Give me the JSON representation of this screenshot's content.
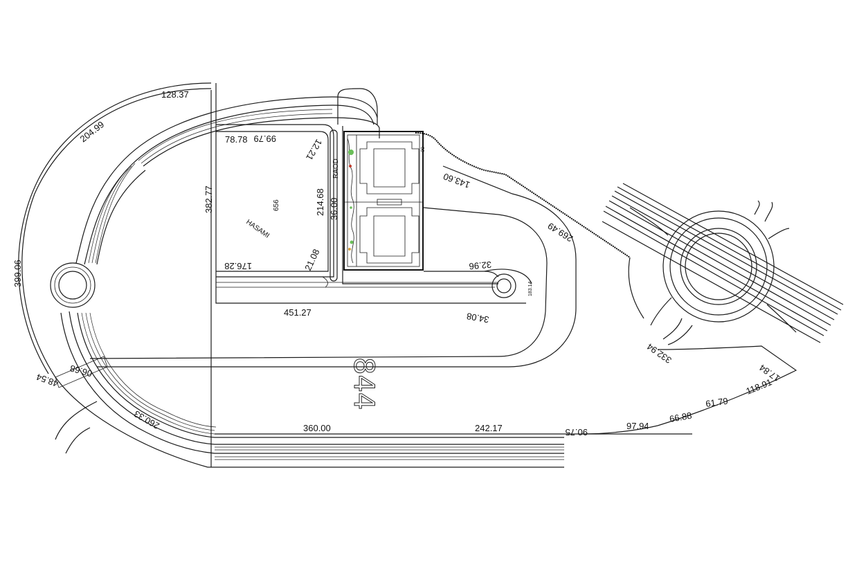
{
  "labels": {
    "d_128_37": "128.37",
    "d_204_99": "204.99",
    "d_399_06": "399.06",
    "d_382_77": "382.77",
    "d_78_78": "78.78",
    "d_99_79": "99.79",
    "d_12_21": "12.21",
    "d_656": "656",
    "d_hasami": "HASAMI",
    "d_214_68": "214.68",
    "d_36_00": "36.00",
    "d_raod": "RAOD",
    "d_176_28": "176.28",
    "d_21_08": "21.08",
    "d_451_27": "451.27",
    "d_143_60": "143.60",
    "d_269_49": "269.49",
    "d_32_96": "32.96",
    "d_34_08": "34.08",
    "d_183_14": "183.14",
    "d_332_94": "332.94",
    "d_17_84": "17.84",
    "d_118_91": "118.91",
    "d_61_79": "61.79",
    "d_66_88": "66.88",
    "d_97_94": "97.94",
    "d_90_75": "90.75",
    "d_242_17": "242.17",
    "d_360_00": "360.00",
    "d_260_33": "260.33",
    "d_48_54": "48.54",
    "d_06_68": "06.68",
    "d_big": "844",
    "d_06": "06"
  }
}
